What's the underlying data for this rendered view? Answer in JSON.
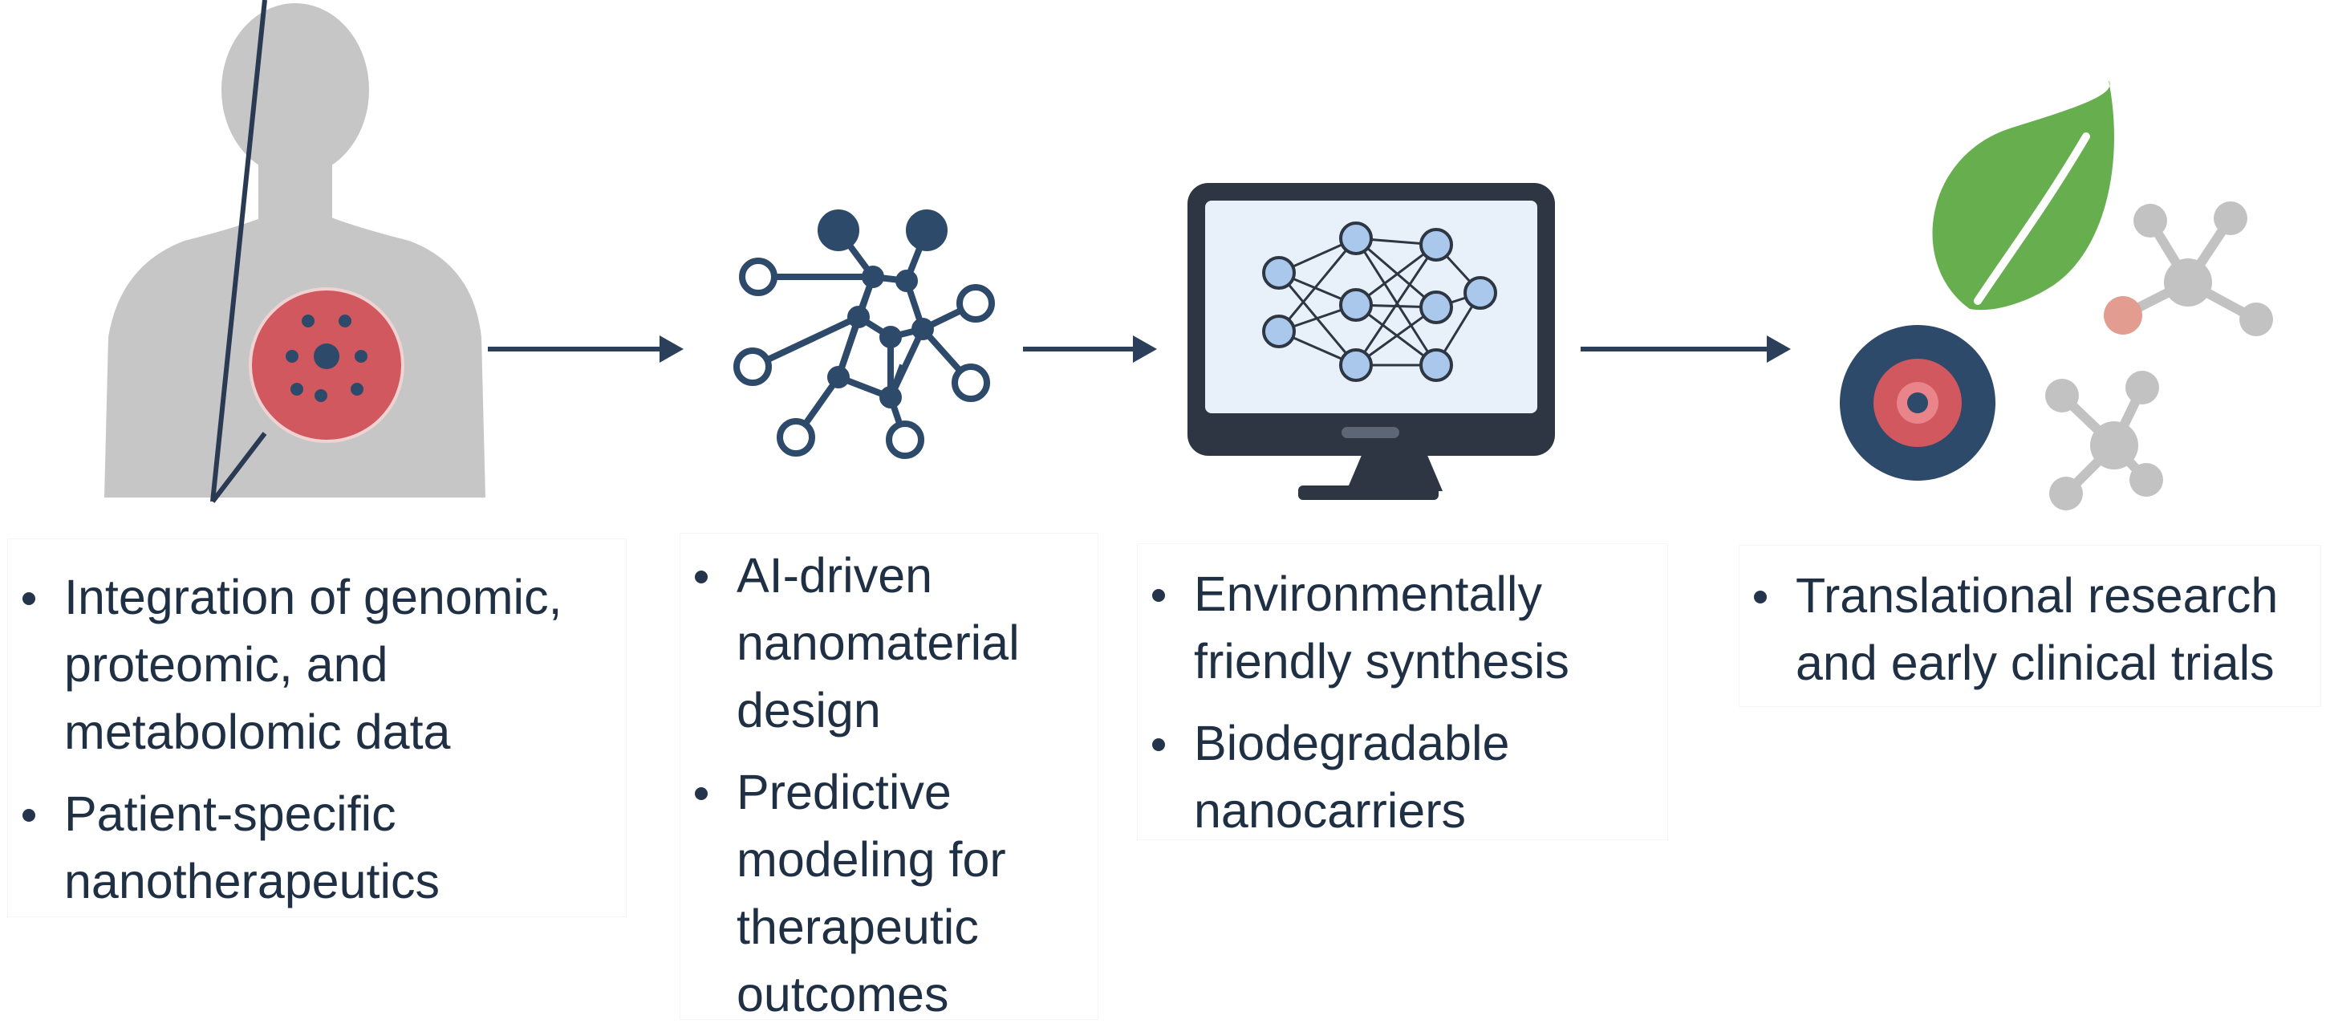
{
  "colors": {
    "silhouette": "#c6c6c6",
    "tumor": "#d0585e",
    "navy": "#2e4a6b",
    "monitor_frame": "#2d3642",
    "screen": "#e8f1fa",
    "node_fill": "#a9c8ec",
    "leaf": "#66ae4e",
    "molecule": "#c2c2c2",
    "accent_atom": "#e29d90",
    "arrow": "#2b3f5a"
  },
  "icons": [
    "human-body-icon",
    "nanomaterial-network-icon",
    "computer-neural-network-icon",
    "leaf-icon",
    "target-cell-icon",
    "molecule-icon"
  ],
  "steps": [
    {
      "bullets": [
        "Integration of genomic, proteomic, and metabolomic data",
        "Patient-specific nanotherapeutics"
      ]
    },
    {
      "bullets": [
        "AI-driven nanomaterial design",
        "Predictive modeling for therapeutic outcomes"
      ]
    },
    {
      "bullets": [
        "Environmentally friendly synthesis",
        "Biodegradable nanocarriers"
      ]
    },
    {
      "bullets": [
        "Translational research and early clinical trials"
      ]
    }
  ]
}
